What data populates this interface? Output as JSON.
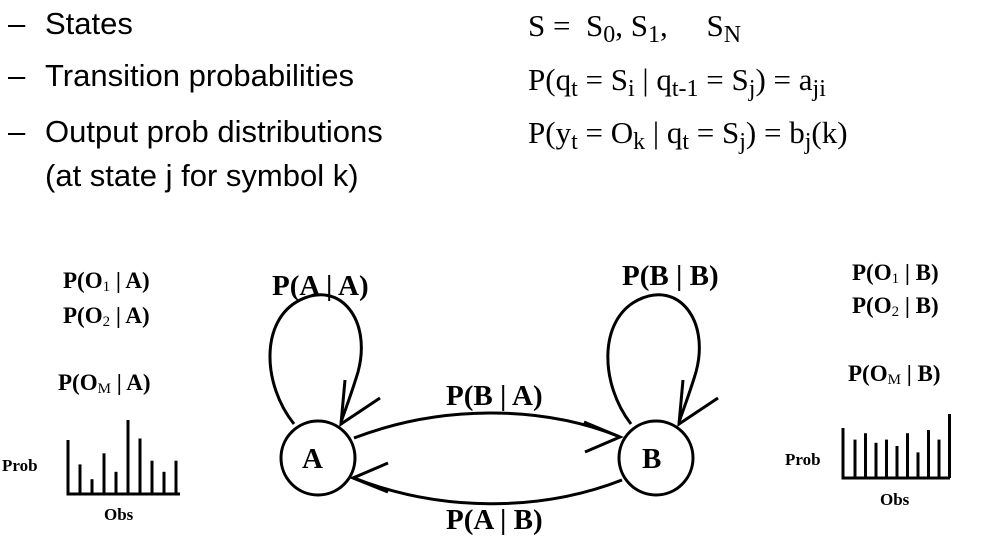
{
  "bullets": [
    {
      "dash": "–",
      "text": "States"
    },
    {
      "dash": "–",
      "text": "Transition probabilities"
    },
    {
      "dash": "–",
      "text": "Output prob distributions",
      "text2": "(at state j for symbol k)"
    }
  ],
  "formulas": {
    "states": {
      "lhs": "S =",
      "s0": "S",
      "s0_sub": "0",
      "sep1": ", ",
      "s1": "S",
      "s1_sub": "1",
      "sep2": ",",
      "sn": "S",
      "sn_sub": "N"
    },
    "transition": {
      "p": "P(q",
      "q_sub": "t",
      "eq1": " = S",
      "i_sub": "i",
      "bar": " | q",
      "t1_sub": "t-1",
      "eq2": " = S",
      "j_sub": "j",
      "rhs": ") = a",
      "ji_sub": "ji"
    },
    "output": {
      "p": "P(y",
      "t_sub": "t",
      "eq1": " = O",
      "k_sub": "k",
      "bar": " | q",
      "t2_sub": "t",
      "eq2": " = S",
      "j_sub": "j",
      "rhs": ") = b",
      "bj_sub": "j",
      "end": "(k)"
    }
  },
  "diagram": {
    "state_a": "A",
    "state_b": "B",
    "self_a": "P(A | A)",
    "self_b": "P(B | B)",
    "a_to_b": "P(B | A)",
    "b_to_a": "P(A | B)",
    "left_dist": {
      "o1": {
        "p": "P(O",
        "sub": "1",
        "rest": " | A)"
      },
      "o2": {
        "p": "P(O",
        "sub": "2",
        "rest": " | A)"
      },
      "om": {
        "p": "P(O",
        "sub": "M",
        "rest": " | A)"
      },
      "ylabel": "Prob",
      "xlabel": "Obs",
      "bars": [
        0.4,
        0.2,
        0.55,
        0.3,
        1.0,
        0.75,
        0.45,
        0.3,
        0.45
      ]
    },
    "right_dist": {
      "o1": {
        "p": "P(O",
        "sub": "1",
        "rest": " | B)"
      },
      "o2": {
        "p": "P(O",
        "sub": "2",
        "rest": " | B)"
      },
      "om": {
        "p": "P(O",
        "sub": "M",
        "rest": " | B)"
      },
      "ylabel": "Prob",
      "xlabel": "Obs",
      "bars": [
        0.6,
        0.7,
        0.55,
        0.6,
        0.5,
        0.7,
        0.4,
        0.75,
        0.6,
        1.0
      ]
    }
  }
}
